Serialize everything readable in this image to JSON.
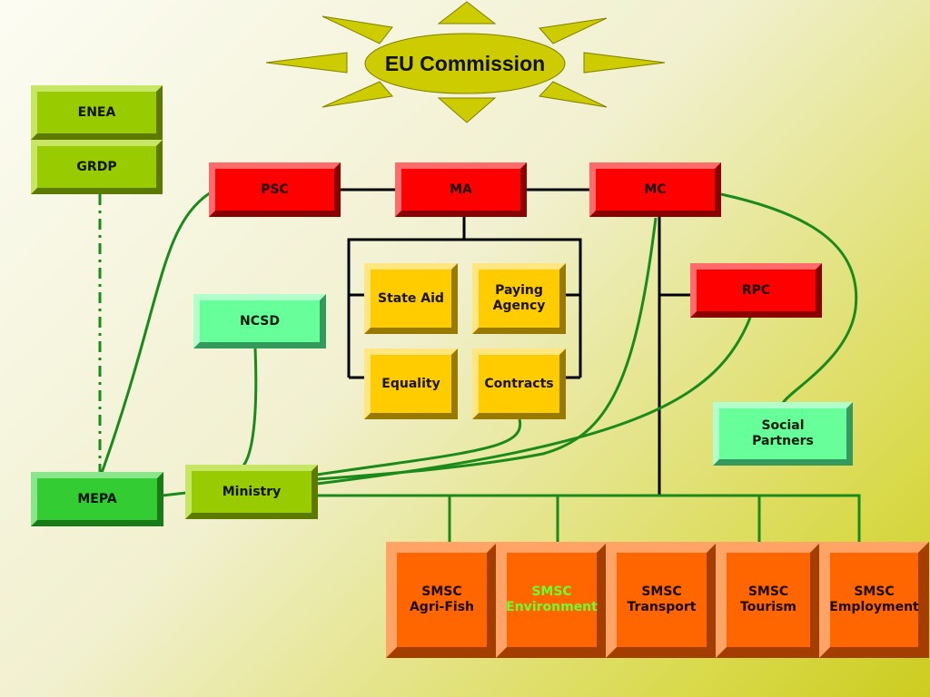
{
  "header": {
    "title": "EU Commission"
  },
  "nodes": {
    "enea": "ENEA",
    "grdp": "GRDP",
    "psc": "PSC",
    "ma": "MA",
    "mc": "MC",
    "rpc": "RPC",
    "state_aid": "State Aid",
    "paying_agency": "Paying\nAgency",
    "equality": "Equality",
    "contracts": "Contracts",
    "ncsd": "NCSD",
    "social_partners": "Social\nPartners",
    "mepa": "MEPA",
    "ministry": "Ministry",
    "smsc_agri": "SMSC\nAgri-Fish",
    "smsc_env": "SMSC\nEnvironment",
    "smsc_transport": "SMSC\nTransport",
    "smsc_tourism": "SMSC\nTourism",
    "smsc_employment": "SMSC\nEmployment"
  },
  "colors": {
    "sun": "#cccc00",
    "sun_outline": "#808000",
    "connector_black": "#000000",
    "connector_green": "#1a8a1a",
    "red": "#ff0000",
    "yellow": "#ffcc00",
    "lime": "#99cc00",
    "green": "#33cc33",
    "mint": "#66ff99",
    "orange": "#ff6600",
    "environment_text": "#66ff33"
  }
}
